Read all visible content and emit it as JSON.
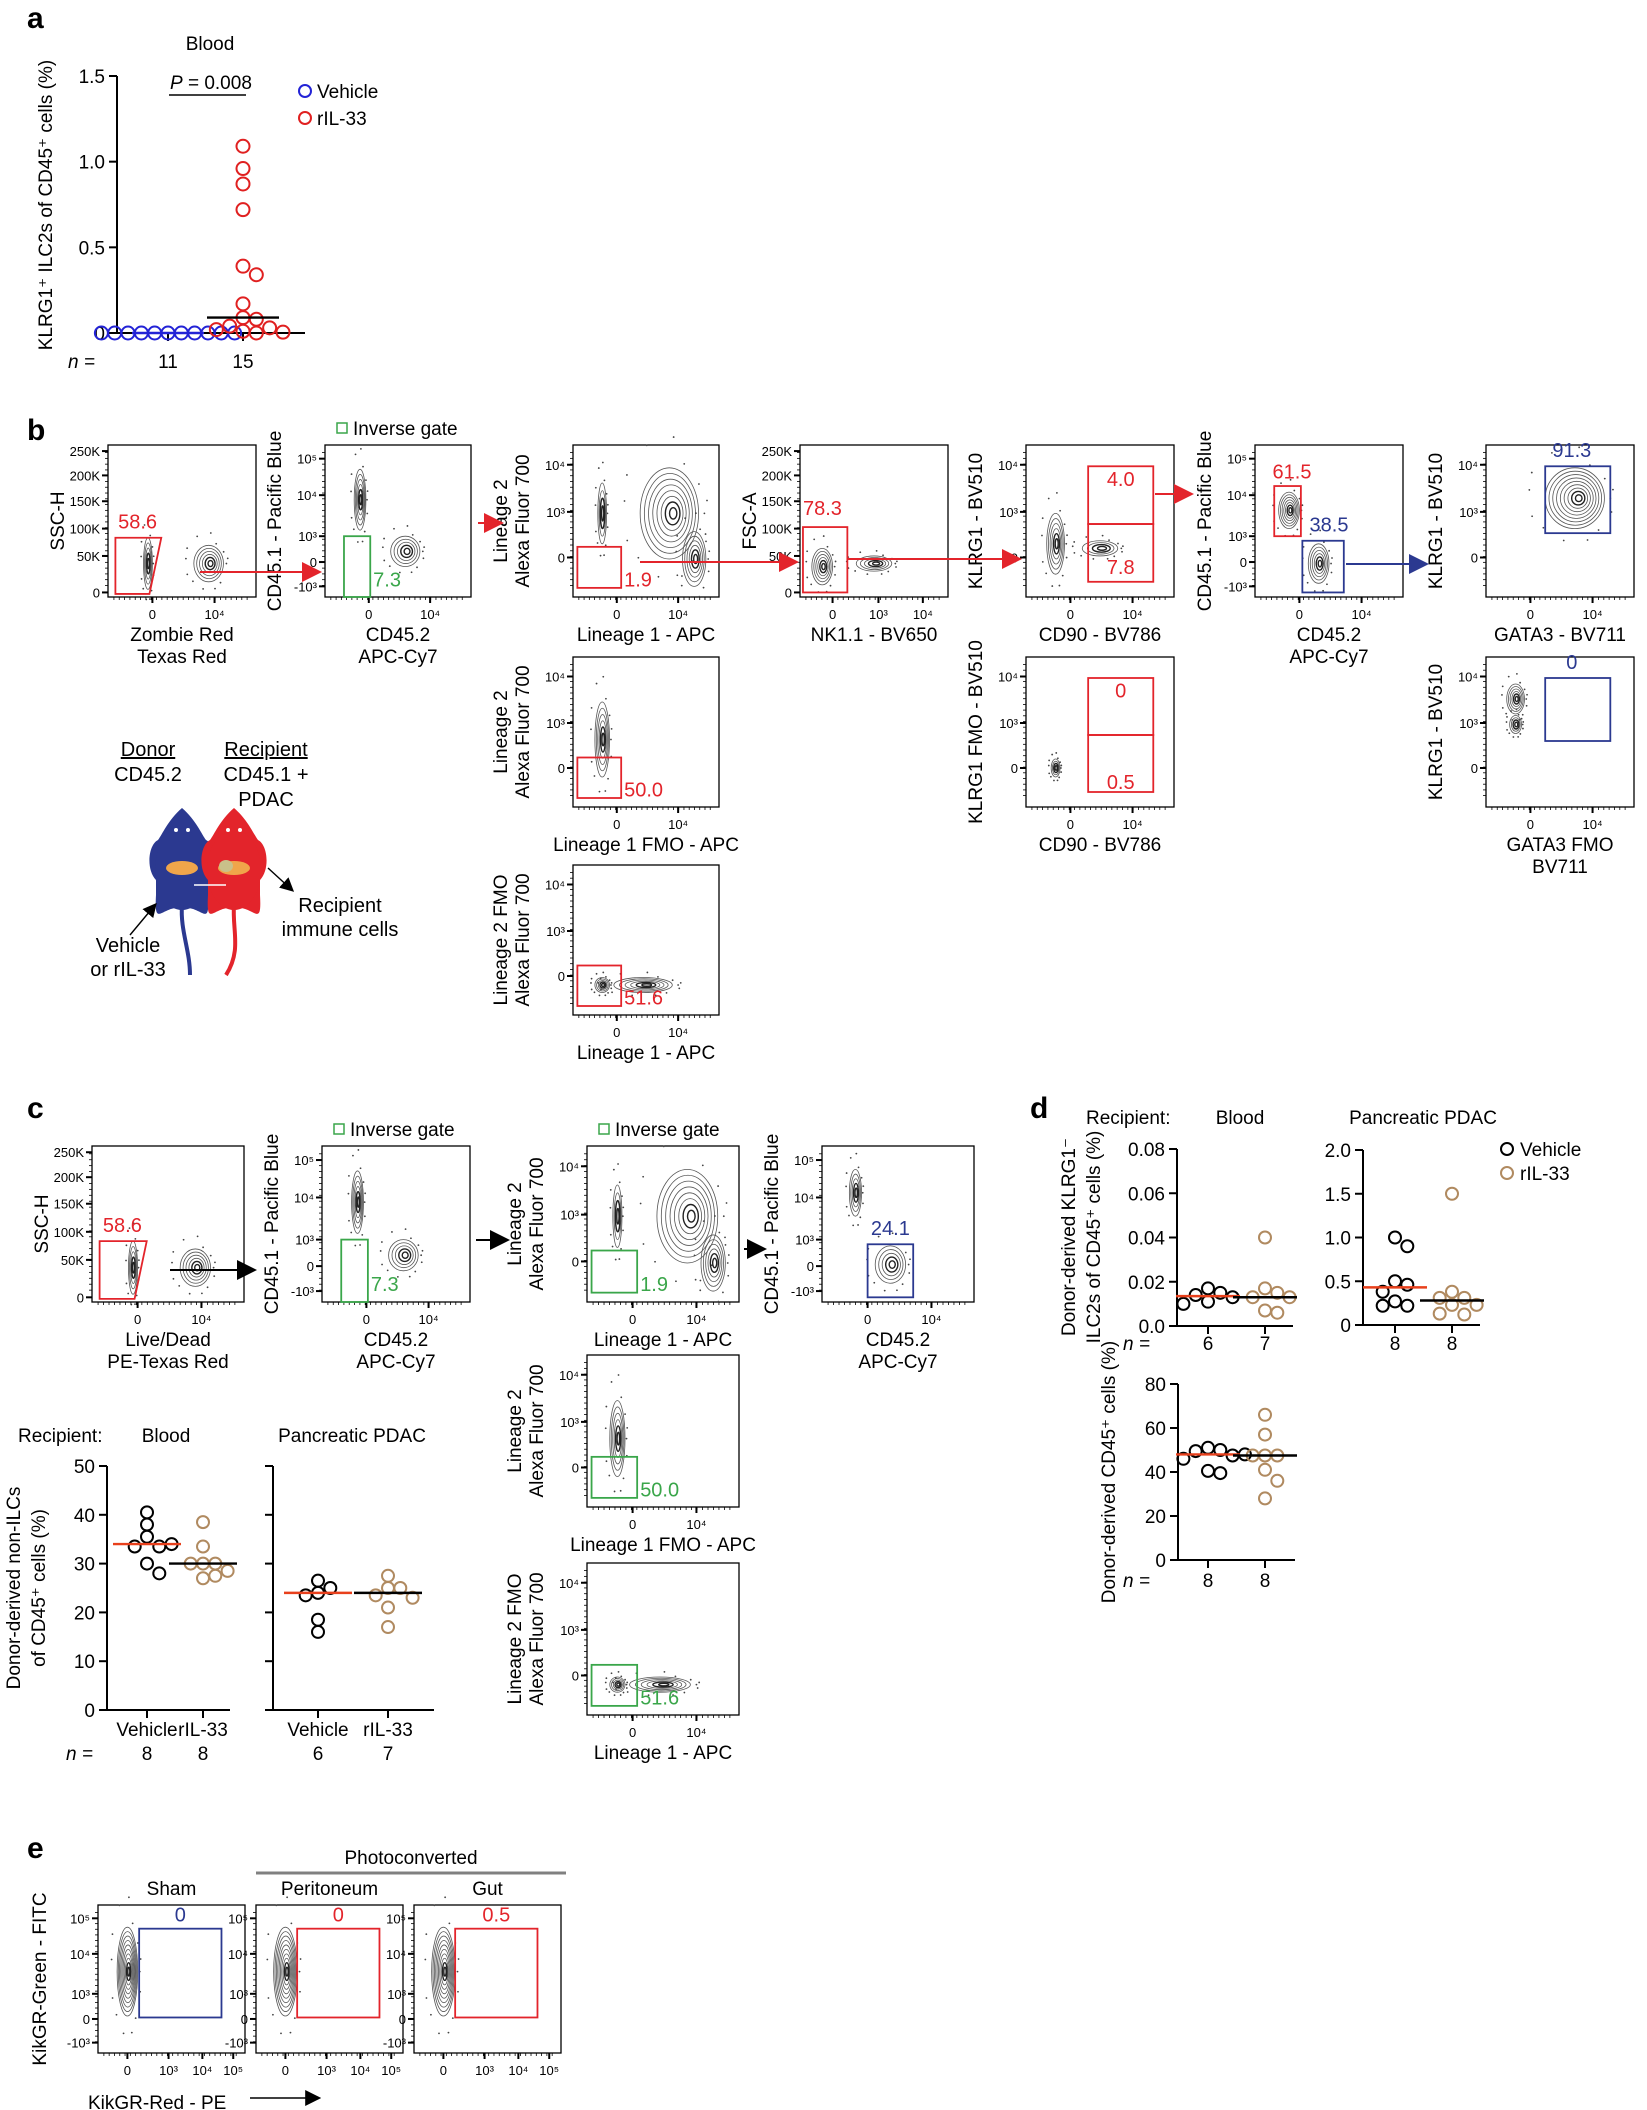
{
  "panel_labels": {
    "a": "a",
    "b": "b",
    "c": "c",
    "d": "d",
    "e": "e"
  },
  "colors": {
    "red": "#e3242b",
    "green": "#3aa64a",
    "blue": "#2b3990",
    "tan": "#b08a60",
    "vehicle_a": "#2323d6",
    "ril33_a": "#e02020",
    "median_red": "#e8401c"
  },
  "panel_a": {
    "p_symbol": "P",
    "p_text": " = 0.008",
    "n_prefix": "n ="
  },
  "panel_c": {
    "recipient_label": "Recipient:",
    "n_prefix": "n ="
  },
  "panel_d": {
    "recipient_label": "Recipient:",
    "n_prefix": "n ="
  },
  "legend_a": [
    {
      "label": "Vehicle"
    },
    {
      "label": "rIL-33"
    }
  ],
  "legend_d": [
    {
      "label": "Vehicle"
    },
    {
      "label": "rIL-33"
    }
  ],
  "axis_ticks": {
    "ssc": [
      "250K",
      "200K",
      "150K",
      "100K",
      "50K",
      "0"
    ],
    "log5": [
      "10⁵",
      "10⁴",
      "10³",
      "0",
      "-10³"
    ],
    "log4": [
      "10⁴",
      "10³",
      "0"
    ],
    "lin": [
      "0",
      "10⁴"
    ],
    "nk": [
      "0",
      "10³",
      "10⁴"
    ],
    "e": [
      "0",
      "10³",
      "10⁴",
      "10⁵"
    ]
  },
  "schematic": {
    "donor": "Donor",
    "donor_marker": "CD45.2",
    "recipient": "Recipient",
    "recipient_marker_1": "CD45.1 +",
    "recipient_marker_2": "PDAC",
    "treatment_1": "Vehicle",
    "treatment_2": "or rIL-33",
    "cells_1": "Recipient",
    "cells_2": "immune cells"
  },
  "panel_e": {
    "group_label": "Photoconverted"
  },
  "flow_plots": {
    "b1": {
      "ylabel": [
        "SSC-H"
      ],
      "xlabel": [
        "Zombie Red",
        "Texas Red"
      ],
      "gates": [
        {
          "value": "58.6",
          "color": "red"
        }
      ]
    },
    "b2": {
      "header": "Inverse gate",
      "ylabel": [
        "CD45.1 - Pacific Blue"
      ],
      "xlabel": [
        "CD45.2",
        "APC-Cy7"
      ],
      "gates": [
        {
          "value": "7.3",
          "color": "green"
        }
      ]
    },
    "b3": {
      "ylabel": [
        "Lineage 2",
        "Alexa Fluor 700"
      ],
      "xlabel": [
        "Lineage 1 - APC"
      ],
      "gates": [
        {
          "value": "1.9",
          "color": "red"
        }
      ]
    },
    "b4": {
      "ylabel": [
        "FSC-A"
      ],
      "xlabel": [
        "NK1.1 - BV650"
      ],
      "gates": [
        {
          "value": "78.3",
          "color": "red"
        }
      ]
    },
    "b5": {
      "ylabel": [
        "KLRG1 - BV510"
      ],
      "xlabel": [
        "CD90 - BV786"
      ],
      "gates": [
        {
          "value": "4.0",
          "color": "red"
        },
        {
          "value": "7.8",
          "color": "red"
        }
      ]
    },
    "b6": {
      "ylabel": [
        "CD45.1 - Pacific Blue"
      ],
      "xlabel": [
        "CD45.2",
        "APC-Cy7"
      ],
      "gates": [
        {
          "value": "61.5",
          "color": "red"
        },
        {
          "value": "38.5",
          "color": "blue"
        }
      ]
    },
    "b7": {
      "ylabel": [
        "KLRG1 - BV510"
      ],
      "xlabel": [
        "GATA3 - BV711"
      ],
      "gates": [
        {
          "value": "91.3",
          "color": "blue"
        }
      ]
    },
    "b3f": {
      "ylabel": [
        "Lineage 2",
        "Alexa Fluor 700"
      ],
      "xlabel": [
        "Lineage 1 FMO - APC"
      ],
      "gates": [
        {
          "value": "50.0",
          "color": "red"
        }
      ]
    },
    "b5f": {
      "ylabel": [
        "KLRG1 FMO - BV510"
      ],
      "xlabel": [
        "CD90 - BV786"
      ],
      "gates": [
        {
          "value": "0",
          "color": "red"
        },
        {
          "value": "0.5",
          "color": "red"
        }
      ]
    },
    "b7f": {
      "ylabel": [
        "KLRG1 - BV510"
      ],
      "xlabel": [
        "GATA3 FMO",
        "BV711"
      ],
      "gates": [
        {
          "value": "0",
          "color": "blue"
        }
      ]
    },
    "b3f2": {
      "ylabel": [
        "Lineage 2 FMO",
        "Alexa Fluor 700"
      ],
      "xlabel": [
        "Lineage 1 - APC"
      ],
      "gates": [
        {
          "value": "51.6",
          "color": "red"
        }
      ]
    },
    "c1": {
      "ylabel": [
        "SSC-H"
      ],
      "xlabel": [
        "Live/Dead",
        "PE-Texas Red"
      ],
      "gates": [
        {
          "value": "58.6",
          "color": "red"
        }
      ]
    },
    "c2": {
      "header": "Inverse gate",
      "ylabel": [
        "CD45.1 - Pacific Blue"
      ],
      "xlabel": [
        "CD45.2",
        "APC-Cy7"
      ],
      "gates": [
        {
          "value": "7.3",
          "color": "green"
        }
      ]
    },
    "c3": {
      "header": "Inverse gate",
      "ylabel": [
        "Lineage 2",
        "Alexa Fluor 700"
      ],
      "xlabel": [
        "Lineage 1 - APC"
      ],
      "gates": [
        {
          "value": "1.9",
          "color": "green"
        }
      ]
    },
    "c4": {
      "ylabel": [
        "CD45.1 - Pacific Blue"
      ],
      "xlabel": [
        "CD45.2",
        "APC-Cy7"
      ],
      "gates": [
        {
          "value": "24.1",
          "color": "blue"
        }
      ]
    },
    "c3f": {
      "ylabel": [
        "Lineage 2",
        "Alexa Fluor 700"
      ],
      "xlabel": [
        "Lineage 1 FMO - APC"
      ],
      "gates": [
        {
          "value": "50.0",
          "color": "green"
        }
      ]
    },
    "c3f2": {
      "ylabel": [
        "Lineage 2 FMO",
        "Alexa Fluor 700"
      ],
      "xlabel": [
        "Lineage 1 - APC"
      ],
      "gates": [
        {
          "value": "51.6",
          "color": "green"
        }
      ]
    },
    "e1": {
      "header": "Sham",
      "ylabel": [
        "KikGR-Green - FITC"
      ],
      "xlabel": [
        "KikGR-Red - PE"
      ],
      "gates": [
        {
          "value": "0",
          "color": "blue"
        }
      ]
    },
    "e2": {
      "header": "Peritoneum",
      "ylabel": [],
      "xlabel": [],
      "gates": [
        {
          "value": "0",
          "color": "red"
        }
      ]
    },
    "e3": {
      "header": "Gut",
      "ylabel": [],
      "xlabel": [],
      "gates": [
        {
          "value": "0.5",
          "color": "red"
        }
      ]
    }
  },
  "chart_data": [
    {
      "id": "a",
      "type": "scatter",
      "title": "Blood",
      "ylabel": [
        "KLRG1⁺ ILC2s of CD45⁺ cells (%)"
      ],
      "ylim": [
        0,
        1.5
      ],
      "yticks": [
        "0",
        "0.5",
        "1.0",
        "1.5"
      ],
      "ytick_values": [
        0,
        0.5,
        1.0,
        1.5
      ],
      "categories": [
        "Vehicle",
        "rIL-33"
      ],
      "show_category_labels": false,
      "n": [
        "11",
        "15"
      ],
      "series": [
        {
          "name": "Vehicle",
          "color": "vehicle_a",
          "median_color": "vehicle_a",
          "median": 0,
          "values": [
            0,
            0,
            0,
            0,
            0,
            0,
            0,
            0,
            0,
            0,
            0
          ]
        },
        {
          "name": "rIL-33",
          "color": "ril33_a",
          "median_color": "black",
          "median": 0.09,
          "values": [
            1.09,
            0.96,
            0.87,
            0.72,
            0.39,
            0.34,
            0.17,
            0.09,
            0.08,
            0.04,
            0.03,
            0.02,
            0.01,
            0.005,
            0
          ]
        }
      ]
    },
    {
      "id": "c-blood",
      "type": "scatter",
      "title": "Blood",
      "ylabel": [
        "Donor-derived non-ILCs",
        "of CD45⁺ cells (%)"
      ],
      "ylim": [
        0,
        50
      ],
      "yticks": [
        "0",
        "10",
        "20",
        "30",
        "40",
        "50"
      ],
      "ytick_values": [
        0,
        10,
        20,
        30,
        40,
        50
      ],
      "categories": [
        "Vehicle",
        "rIL-33"
      ],
      "show_category_labels": true,
      "n": [
        "8",
        "8"
      ],
      "series": [
        {
          "name": "Vehicle",
          "color": "black",
          "median_color": "median_red",
          "median": 34,
          "values": [
            40.5,
            38,
            35.5,
            33.5,
            33.5,
            34,
            30,
            28
          ]
        },
        {
          "name": "rIL-33",
          "color": "tan",
          "median_color": "black",
          "median": 30,
          "values": [
            38.5,
            33.5,
            30,
            30,
            30,
            28.5,
            27,
            27.5
          ]
        }
      ]
    },
    {
      "id": "c-pdac",
      "type": "scatter",
      "title": "Pancreatic PDAC",
      "ylabel": [],
      "ylim": [
        0,
        50
      ],
      "yticks": [],
      "ytick_values": [
        0,
        10,
        20,
        30,
        40,
        50
      ],
      "categories": [
        "Vehicle",
        "rIL-33"
      ],
      "show_category_labels": true,
      "n": [
        "6",
        "7"
      ],
      "series": [
        {
          "name": "Vehicle",
          "color": "black",
          "median_color": "median_red",
          "median": 24,
          "values": [
            26.5,
            25,
            24,
            23.5,
            18.5,
            16
          ]
        },
        {
          "name": "rIL-33",
          "color": "tan",
          "median_color": "black",
          "median": 24,
          "values": [
            27.5,
            25,
            25,
            23.5,
            23,
            21,
            17
          ]
        }
      ]
    },
    {
      "id": "d-blood",
      "type": "scatter",
      "title": "Blood",
      "ylabel": [
        "Donor-derived KLRG1⁻",
        "ILC2s of CD45⁺ cells (%)"
      ],
      "ylim": [
        0,
        0.08
      ],
      "yticks": [
        "0.0",
        "0.02",
        "0.04",
        "0.06",
        "0.08"
      ],
      "ytick_values": [
        0,
        0.02,
        0.04,
        0.06,
        0.08
      ],
      "categories": [
        "Vehicle",
        "rIL-33"
      ],
      "show_category_labels": false,
      "n": [
        "6",
        "7"
      ],
      "series": [
        {
          "name": "Vehicle",
          "color": "black",
          "median_color": "median_red",
          "median": 0.0135,
          "values": [
            0.017,
            0.015,
            0.014,
            0.013,
            0.011,
            0.01
          ]
        },
        {
          "name": "rIL-33",
          "color": "tan",
          "median_color": "black",
          "median": 0.013,
          "values": [
            0.04,
            0.017,
            0.015,
            0.013,
            0.013,
            0.007,
            0.006
          ]
        }
      ]
    },
    {
      "id": "d-pdac",
      "type": "scatter",
      "title": "Pancreatic PDAC",
      "ylabel": [],
      "ylim": [
        0,
        2.0
      ],
      "yticks": [
        "0",
        "0.5",
        "1.0",
        "1.5",
        "2.0"
      ],
      "ytick_values": [
        0,
        0.5,
        1.0,
        1.5,
        2.0
      ],
      "categories": [
        "Vehicle",
        "rIL-33"
      ],
      "show_category_labels": false,
      "n": [
        "8",
        "8"
      ],
      "series": [
        {
          "name": "Vehicle",
          "color": "black",
          "median_color": "median_red",
          "median": 0.43,
          "values": [
            1.0,
            0.9,
            0.5,
            0.46,
            0.38,
            0.27,
            0.22,
            0.22
          ]
        },
        {
          "name": "rIL-33",
          "color": "tan",
          "median_color": "black",
          "median": 0.28,
          "values": [
            1.5,
            0.38,
            0.31,
            0.31,
            0.23,
            0.23,
            0.12,
            0.13
          ]
        }
      ]
    },
    {
      "id": "d-cd45",
      "type": "scatter",
      "title": "",
      "ylabel": [
        "Donor-derived CD45⁺ cells (%)"
      ],
      "ylim": [
        0,
        80
      ],
      "yticks": [
        "0",
        "20",
        "40",
        "60",
        "80"
      ],
      "ytick_values": [
        0,
        20,
        40,
        60,
        80
      ],
      "categories": [
        "Vehicle",
        "rIL-33"
      ],
      "show_category_labels": false,
      "n": [
        "8",
        "8"
      ],
      "series": [
        {
          "name": "Vehicle",
          "color": "black",
          "median_color": "median_red",
          "median": 48,
          "values": [
            51,
            50,
            49.5,
            47.5,
            46,
            48,
            40.5,
            39.5
          ]
        },
        {
          "name": "rIL-33",
          "color": "tan",
          "median_color": "black",
          "median": 47.5,
          "values": [
            66,
            57,
            47.5,
            47.5,
            47.5,
            41,
            36,
            28
          ]
        }
      ]
    }
  ]
}
